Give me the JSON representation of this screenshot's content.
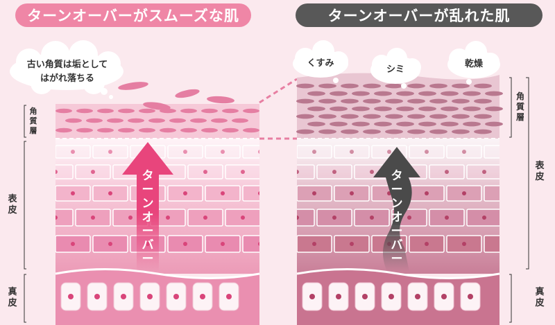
{
  "left_panel": {
    "title": "ターンオーバーがスムーズな肌",
    "callout": [
      "古い角質は垢として",
      "はがれ落ちる"
    ],
    "arrow_label": "ターンオーバー"
  },
  "right_panel": {
    "title": "ターンオーバーが乱れた肌",
    "callouts": {
      "dullness": "くすみ",
      "spots": "シミ",
      "dryness": "乾燥"
    },
    "arrow_label": "ターンオーバー"
  },
  "layers": {
    "stratum_corneum": "角質層",
    "epidermis": "表皮",
    "dermis": "真皮"
  },
  "colors": {
    "left_title_bg": "#ef86a6",
    "right_title_bg": "#585858",
    "left_arrow": "#e8457c",
    "right_arrow": "#4a4a4a",
    "background": "#fbe9ee"
  },
  "icons": {
    "speech_bubble": "cloud-bubble-icon",
    "up_arrow": "up-arrow-icon"
  }
}
